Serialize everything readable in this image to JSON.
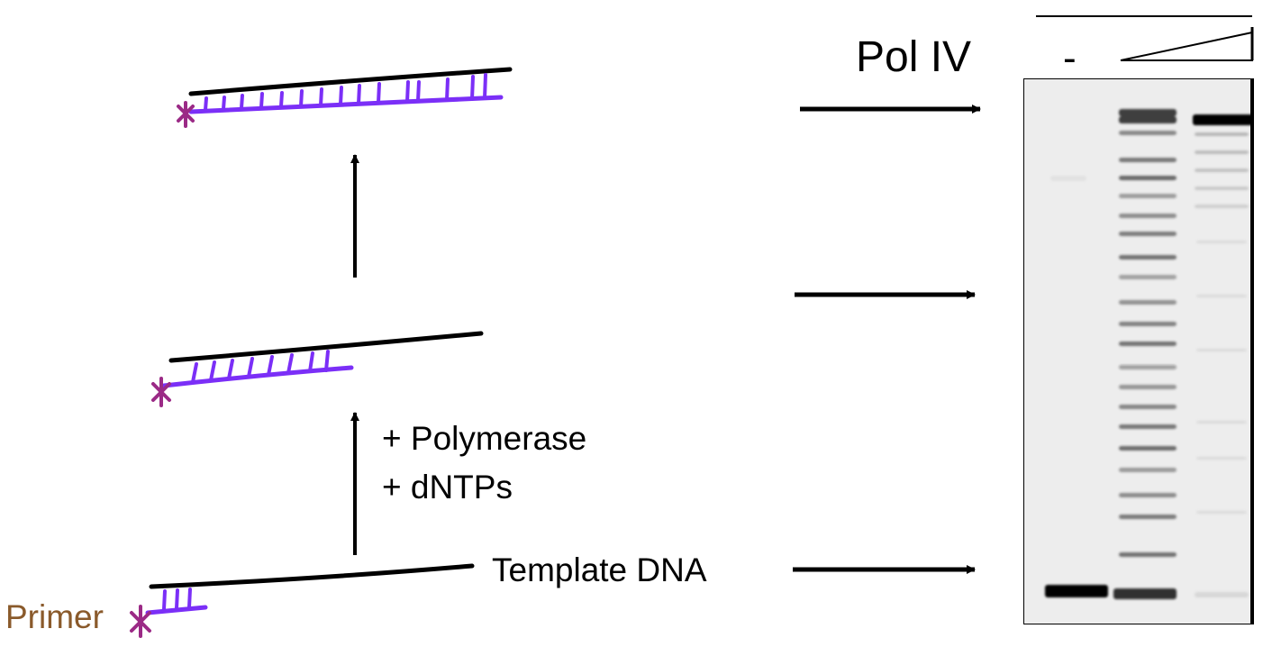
{
  "gel": {
    "condition_label": "Pol IV",
    "no_enzyme_label": "-",
    "increasing_concentration": true,
    "lanes": 3
  },
  "steps": {
    "reagent_1": "+ Polymerase",
    "reagent_2": "+ dNTPs"
  },
  "labels": {
    "template": "Template DNA",
    "primer": "Primer"
  },
  "colors": {
    "template_strand": "#000000",
    "primer_strand": "#7b2ff7",
    "label_star": "#9b2a86",
    "primer_text": "#8a5a2b"
  }
}
